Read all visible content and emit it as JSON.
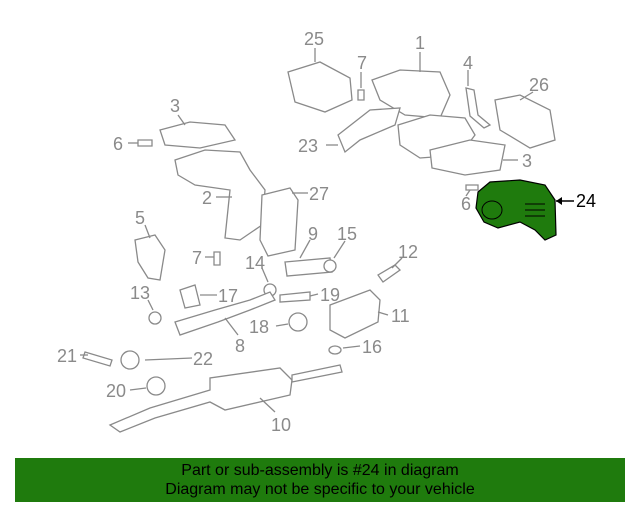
{
  "diagram": {
    "highlighted_part": "24",
    "highlight_color": "#1f7b0d",
    "labels": {
      "p25": "25",
      "p1": "1",
      "p7a": "7",
      "p4": "4",
      "p26": "26",
      "p3a": "3",
      "p6a": "6",
      "p23": "23",
      "p3b": "3",
      "p2": "2",
      "p27": "27",
      "p24": "24",
      "p6b": "6",
      "p5": "5",
      "p9": "9",
      "p15": "15",
      "p12": "12",
      "p7b": "7",
      "p14": "14",
      "p13": "13",
      "p17": "17",
      "p19": "19",
      "p11": "11",
      "p18": "18",
      "p8": "8",
      "p16": "16",
      "p21": "21",
      "p22": "22",
      "p20": "20",
      "p10": "10"
    }
  },
  "banner": {
    "line1": "Part or sub-assembly is #24 in diagram",
    "line2": "Diagram may not be specific to your vehicle"
  }
}
